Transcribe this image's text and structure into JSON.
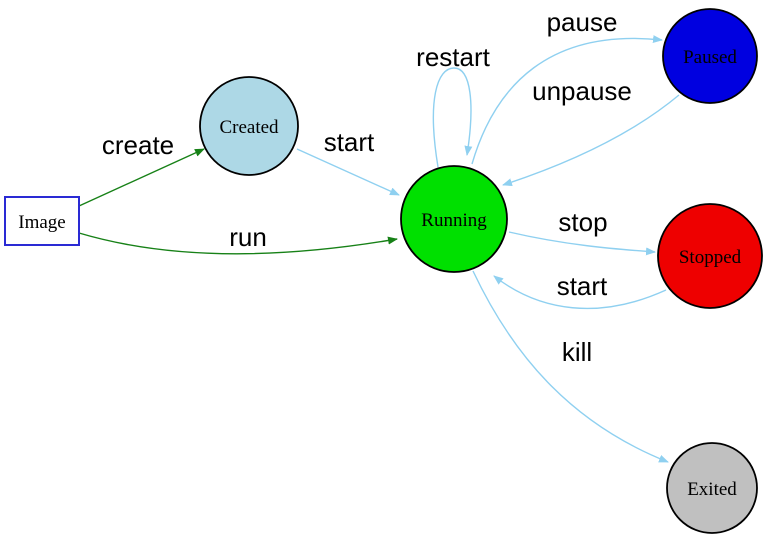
{
  "diagram": {
    "type": "state-diagram",
    "description_from_pixels_only": false,
    "nodes": {
      "image": {
        "label": "Image"
      },
      "created": {
        "label": "Created"
      },
      "running": {
        "label": "Running"
      },
      "paused": {
        "label": "Paused"
      },
      "stopped": {
        "label": "Stopped"
      },
      "exited": {
        "label": "Exited"
      }
    },
    "edges": {
      "create": {
        "label": "create",
        "from": "Image",
        "to": "Created"
      },
      "run": {
        "label": "run",
        "from": "Image",
        "to": "Running"
      },
      "start_from_created": {
        "label": "start",
        "from": "Created",
        "to": "Running"
      },
      "restart": {
        "label": "restart",
        "from": "Running",
        "to": "Running"
      },
      "pause": {
        "label": "pause",
        "from": "Running",
        "to": "Paused"
      },
      "unpause": {
        "label": "unpause",
        "from": "Paused",
        "to": "Running"
      },
      "stop": {
        "label": "stop",
        "from": "Running",
        "to": "Stopped"
      },
      "start_from_stopped": {
        "label": "start",
        "from": "Stopped",
        "to": "Running"
      },
      "kill": {
        "label": "kill",
        "from": "Running",
        "to": "Exited"
      }
    },
    "colors": {
      "node_created": "#add8e6",
      "node_running": "#00e000",
      "node_paused": "#0000e0",
      "node_stopped": "#ee0000",
      "node_exited": "#c0c0c0",
      "image_fill": "#ffffff",
      "image_border": "#2a2ad4",
      "edge_blue": "#8fd0f0",
      "edge_green": "#178117",
      "label_text": "#000000"
    }
  }
}
